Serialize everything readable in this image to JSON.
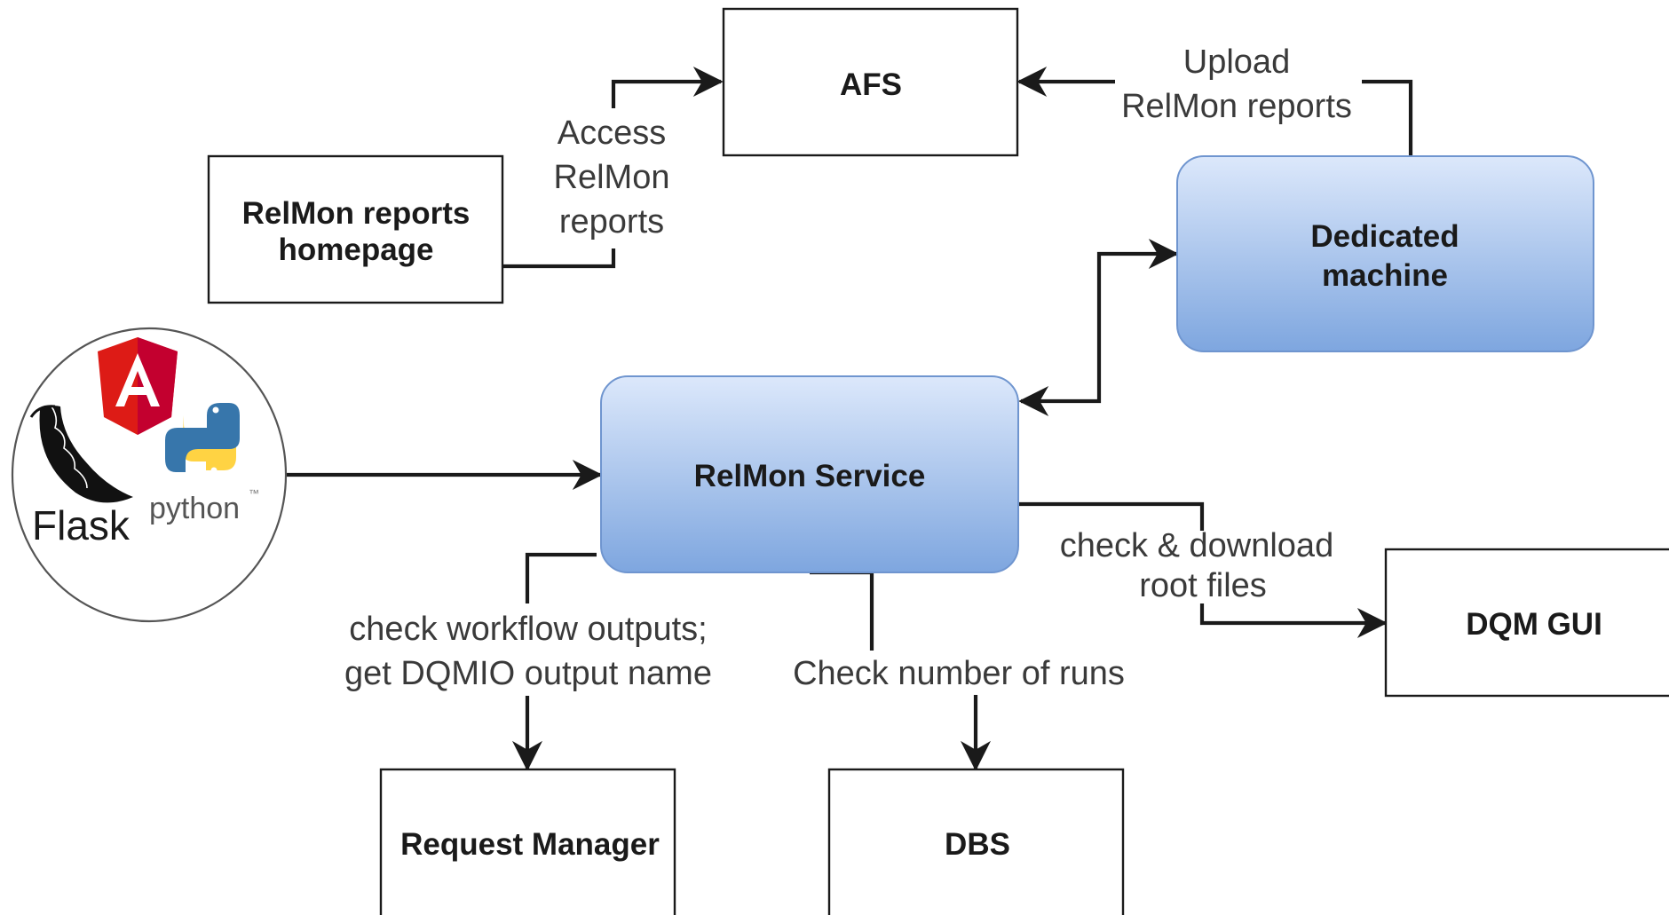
{
  "nodes": {
    "afs": "AFS",
    "homepage": [
      "RelMon reports",
      "homepage"
    ],
    "dedicated": [
      "Dedicated",
      "machine"
    ],
    "service": "RelMon Service",
    "dqm": "DQM GUI",
    "reqmgr": "Request Manager",
    "dbs": "DBS"
  },
  "logo": {
    "texts": [
      "Flask",
      "python"
    ],
    "icons": [
      "flask-horn-icon",
      "angular-icon",
      "python-icon"
    ]
  },
  "edges": {
    "access": [
      "Access",
      "RelMon",
      "reports"
    ],
    "upload": [
      "Upload",
      "RelMon reports"
    ],
    "check_download": [
      "check & download",
      "root files"
    ],
    "workflow": [
      "check workflow outputs;",
      "get DQMIO output name"
    ],
    "runs": "Check number of runs"
  },
  "colors": {
    "blue_top": "#dce8fb",
    "blue_bottom": "#7ea6df",
    "blue_stroke": "#6f95cf",
    "angular_red": "#dd1b16",
    "python_blue": "#3776ab",
    "python_yellow": "#ffd343"
  }
}
